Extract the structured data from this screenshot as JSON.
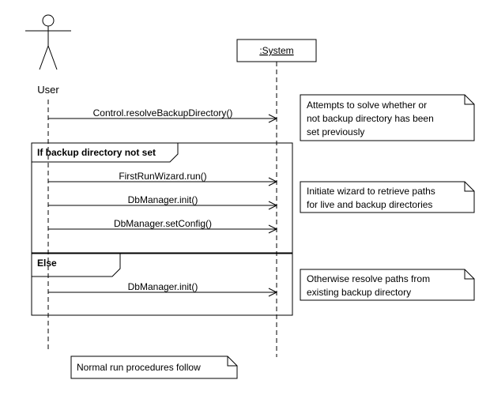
{
  "actor": {
    "label": "User"
  },
  "system": {
    "label": ":System"
  },
  "messages": [
    {
      "label": "Control.resolveBackupDirectory()"
    },
    {
      "label": "FirstRunWizard.run()"
    },
    {
      "label": "DbManager.init()"
    },
    {
      "label": "DbManager.setConfig()"
    },
    {
      "label": "DbManager.init()"
    }
  ],
  "fragments": {
    "if_label": "If backup directory not set",
    "else_label": "Else"
  },
  "notes": [
    {
      "lines": [
        "Attempts to solve whether or",
        "not backup directory has been",
        "set previously"
      ]
    },
    {
      "lines": [
        "Initiate wizard to retrieve paths",
        "for live and backup directories"
      ]
    },
    {
      "lines": [
        "Otherwise resolve paths from",
        "existing backup directory"
      ]
    },
    {
      "lines": [
        "Normal run procedures follow"
      ]
    }
  ]
}
